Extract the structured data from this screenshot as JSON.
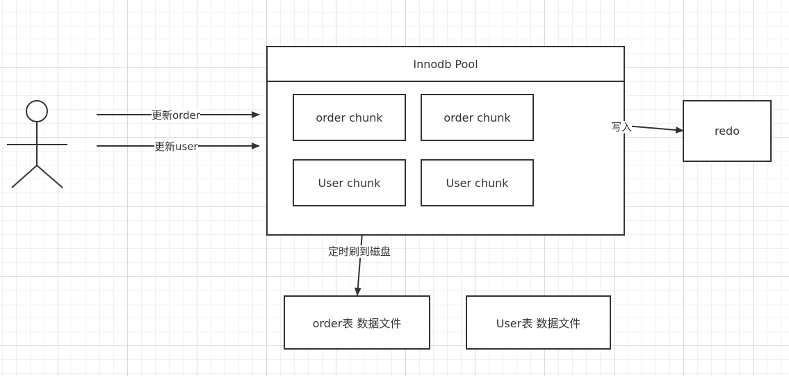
{
  "pool": {
    "title": "Innodb Pool",
    "chunks": [
      "order chunk",
      "order chunk",
      "User chunk",
      "User chunk"
    ]
  },
  "redo": "redo",
  "files": [
    "order表 数据文件",
    "User表 数据文件"
  ],
  "edges": {
    "update_order": "更新order",
    "update_user": "更新user",
    "write": "写入",
    "flush": "定时刷到磁盘"
  }
}
